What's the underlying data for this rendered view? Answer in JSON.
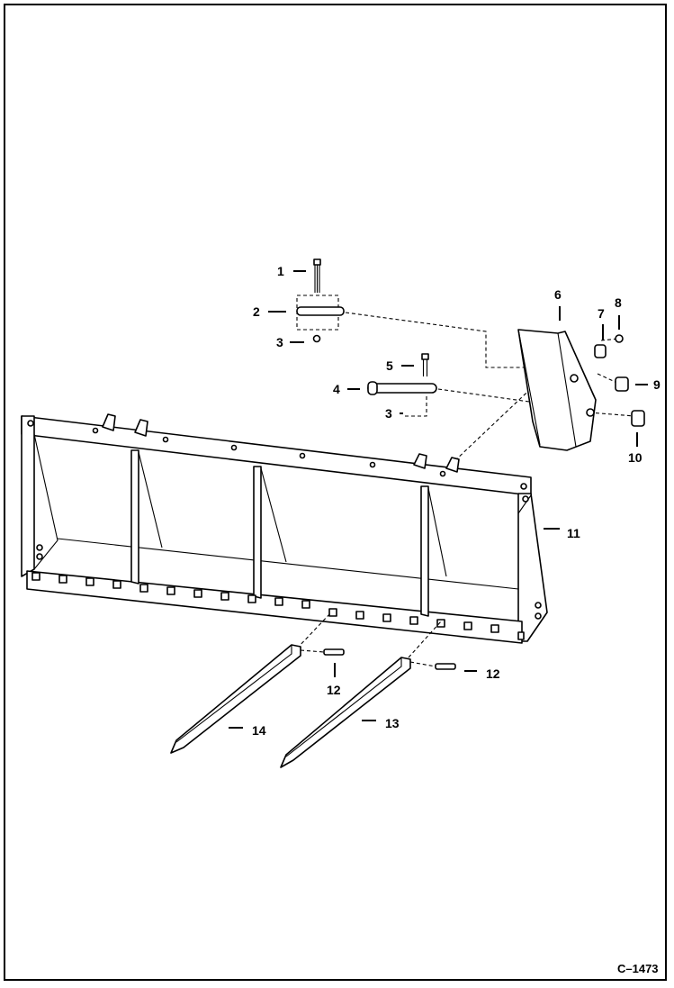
{
  "diagram": {
    "reference_code": "C–1473",
    "callouts": [
      {
        "id": "c1",
        "text": "1"
      },
      {
        "id": "c2",
        "text": "2"
      },
      {
        "id": "c3",
        "text": "3"
      },
      {
        "id": "c4",
        "text": "4"
      },
      {
        "id": "c5",
        "text": "5"
      },
      {
        "id": "c3b",
        "text": "3"
      },
      {
        "id": "c6",
        "text": "6"
      },
      {
        "id": "c7",
        "text": "7"
      },
      {
        "id": "c8",
        "text": "8"
      },
      {
        "id": "c9",
        "text": "9"
      },
      {
        "id": "c10",
        "text": "10"
      },
      {
        "id": "c11",
        "text": "11"
      },
      {
        "id": "c12a",
        "text": "12"
      },
      {
        "id": "c12b",
        "text": "12"
      },
      {
        "id": "c13",
        "text": "13"
      },
      {
        "id": "c14",
        "text": "14"
      }
    ]
  },
  "colors": {
    "ink": "#000000",
    "paper": "#ffffff"
  }
}
